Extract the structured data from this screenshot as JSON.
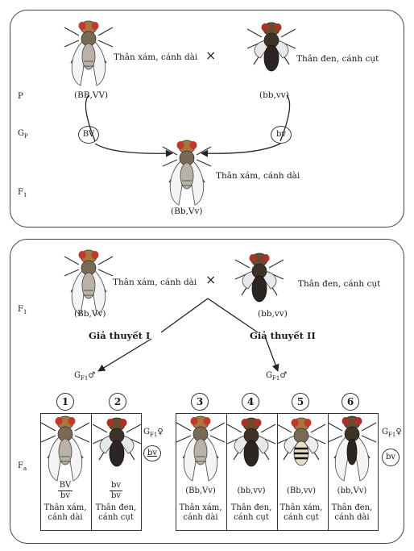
{
  "top_panel": {
    "parent_left": {
      "phenotype": "Thân xám, cánh dài",
      "genotype": "(BB,VV)"
    },
    "cross_sign": "×",
    "parent_right": {
      "phenotype": "Thân đen, cánh cụt",
      "genotype": "(bb,vv)"
    },
    "row_P": "P",
    "row_GP": {
      "main": "G",
      "sub": "P"
    },
    "row_F1": {
      "main": "F",
      "sub": "1"
    },
    "gamete_left": "BV",
    "gamete_right": "bv",
    "f1": {
      "phenotype": "Thân xám, cánh dài",
      "genotype": "(Bb,Vv)"
    }
  },
  "bottom_panel": {
    "row_F1": {
      "main": "F",
      "sub": "1"
    },
    "row_Fa": {
      "main": "F",
      "sub": "a"
    },
    "fly_left": {
      "phenotype": "Thân xám, cánh dài",
      "genotype": "(Bb,Vv)"
    },
    "cross_sign": "×",
    "fly_right": {
      "phenotype": "Thân đen, cánh cụt",
      "genotype": "(bb,vv)"
    },
    "hypothesis_1": "Giả thuyết I",
    "hypothesis_2": "Giả thuyết II",
    "g_f1_male_1": {
      "main": "G",
      "sub": "F1",
      "sym": "♂"
    },
    "g_f1_male_2": {
      "main": "G",
      "sub": "F1",
      "sym": "♂"
    },
    "g_f1_female_1": {
      "main": "G",
      "sub": "F1",
      "sym": "♀",
      "gamete": "bv"
    },
    "g_f1_female_2": {
      "main": "G",
      "sub": "F1",
      "sym": "♀",
      "gamete": "bv"
    },
    "offspring": [
      {
        "num": "1",
        "num_top": "BV",
        "num_bottom": "bv",
        "line1": "Thân xám,",
        "line2": "cánh dài"
      },
      {
        "num": "2",
        "num_top": "bv",
        "num_bottom": "bv",
        "line1": "Thân đen,",
        "line2": "cánh cụt"
      },
      {
        "num": "3",
        "genotype": "(Bb,Vv)",
        "line1": "Thân xám,",
        "line2": "cánh dài"
      },
      {
        "num": "4",
        "genotype": "(bb,vv)",
        "line1": "Thân đen,",
        "line2": "cánh cụt"
      },
      {
        "num": "5",
        "genotype": "(Bb,vv)",
        "line1": "Thân xám,",
        "line2": "cánh cụt"
      },
      {
        "num": "6",
        "genotype": "(bb,Vv)",
        "line1": "Thân đen,",
        "line2": "cánh dài"
      }
    ]
  }
}
